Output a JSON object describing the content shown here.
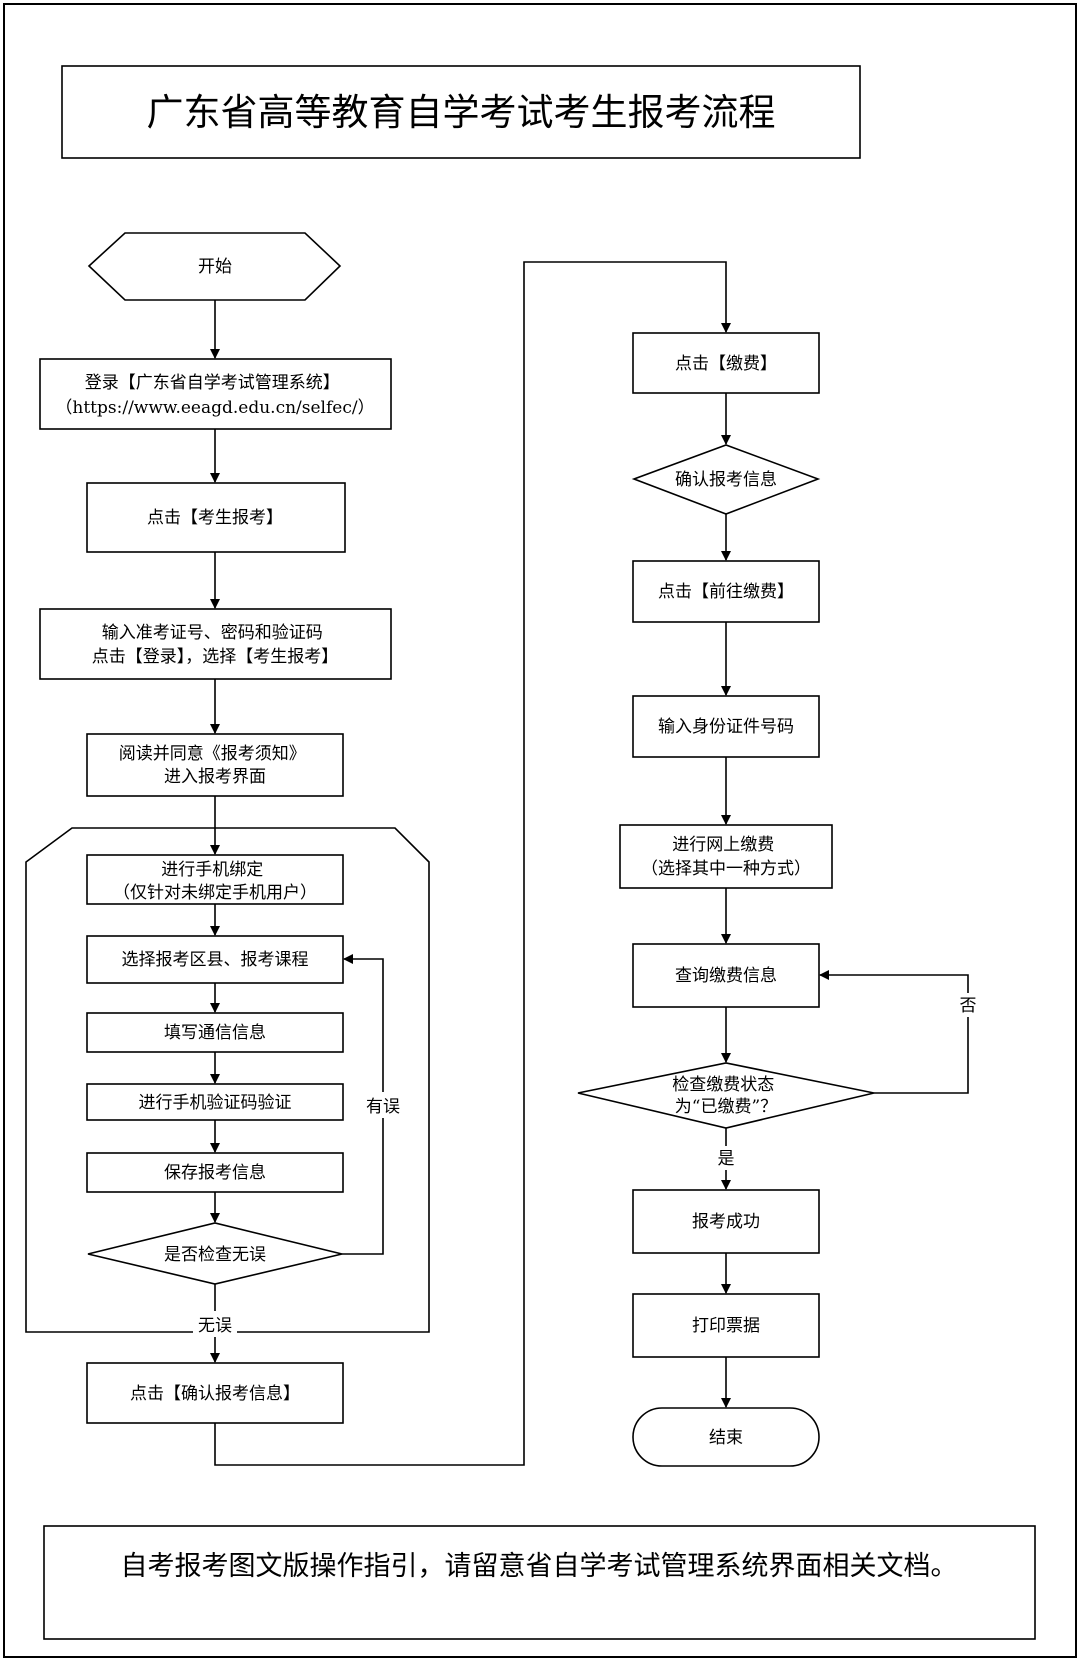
{
  "title": "广东省高等教育自学考试考生报考流程",
  "footer": "自考报考图文版操作指引，请留意省自学考试管理系统界面相关文档。",
  "nodes": {
    "start": [
      "开始"
    ],
    "login": [
      "登录【广东省自学考试管理系统】",
      "（https://www.eeagd.edu.cn/selfec/）"
    ],
    "click_apply": [
      "点击【考生报考】"
    ],
    "input_credentials": [
      "输入准考证号、密码和验证码",
      "点击【登录】，选择【考生报考】"
    ],
    "read_notice": [
      "阅读并同意《报考须知》",
      "进入报考界面"
    ],
    "bind_phone": [
      "进行手机绑定",
      "（仅针对未绑定手机用户）"
    ],
    "select_courses": [
      "选择报考区县、报考课程"
    ],
    "fill_contact": [
      "填写通信信息"
    ],
    "sms_verify": [
      "进行手机验证码验证"
    ],
    "save_info": [
      "保存报考信息"
    ],
    "check_correct": [
      "是否检查无误"
    ],
    "confirm_info_btn": [
      "点击【确认报考信息】"
    ],
    "click_pay": [
      "点击【缴费】"
    ],
    "confirm_info": [
      "确认报考信息"
    ],
    "go_pay": [
      "点击【前往缴费】"
    ],
    "input_id": [
      "输入身份证件号码"
    ],
    "online_pay": [
      "进行网上缴费",
      "（选择其中一种方式）"
    ],
    "query_pay": [
      "查询缴费信息"
    ],
    "check_status": [
      "检查缴费状态",
      "为“已缴费”？"
    ],
    "apply_success": [
      "报考成功"
    ],
    "print_receipt": [
      "打印票据"
    ],
    "end": [
      "结束"
    ]
  },
  "labels": {
    "has_error": "有误",
    "no_error": "无误",
    "no": "否",
    "yes": "是"
  }
}
